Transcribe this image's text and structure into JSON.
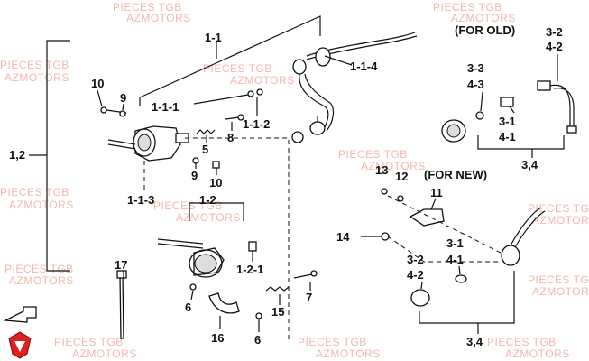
{
  "watermark": {
    "line1": "PIECES TGB",
    "line2": "AZMOTORS"
  },
  "notes": {
    "old": "(FOR OLD)",
    "new": "(FOR NEW)"
  },
  "labels": {
    "l_1_1": "1-1",
    "l_1_2_top": "1,2",
    "l_1_1_4": "1-1-4",
    "l_10a": "10",
    "l_9a": "9",
    "l_1_1_1": "1-1-1",
    "l_1_1_2": "1-1-2",
    "l_5": "5",
    "l_8": "8",
    "l_9b": "9",
    "l_10b": "10",
    "l_1_1_3": "1-1-3",
    "l_1_2": "1-2",
    "l_1_2_1": "1-2-1",
    "l_17": "17",
    "l_6a": "6",
    "l_16": "16",
    "l_15": "15",
    "l_7": "7",
    "l_6b": "6",
    "l_3_2a": "3-2",
    "l_4_2a": "4-2",
    "l_3_3": "3-3",
    "l_4_3": "4-3",
    "l_3_1a": "3-1",
    "l_4_1a": "4-1",
    "l_3_4a": "3,4",
    "l_13": "13",
    "l_12": "12",
    "l_11": "11",
    "l_14": "14",
    "l_3_1b": "3-1",
    "l_4_1b": "4-1",
    "l_3_2b": "3-2",
    "l_4_2b": "4-2",
    "l_3_4b": "3,4"
  }
}
